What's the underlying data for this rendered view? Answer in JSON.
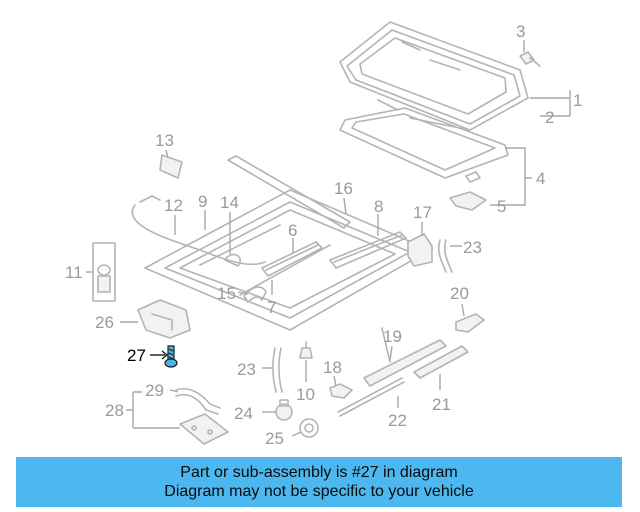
{
  "labels": {
    "l1": "1",
    "l2": "2",
    "l3": "3",
    "l4": "4",
    "l5": "5",
    "l6": "6",
    "l7": "7",
    "l8": "8",
    "l9": "9",
    "l10": "10",
    "l11": "11",
    "l12": "12",
    "l13": "13",
    "l14": "14",
    "l15": "15",
    "l16": "16",
    "l17": "17",
    "l18": "18",
    "l19": "19",
    "l20": "20",
    "l21": "21",
    "l22": "22",
    "l23a": "23",
    "l23b": "23",
    "l24": "24",
    "l25": "25",
    "l26": "26",
    "l27": "27",
    "l28": "28",
    "l29": "29"
  },
  "highlighted_part": "27",
  "colors": {
    "banner_bg": "#4db8ef",
    "part_line": "#b4b4b4",
    "highlight": "#49b5ea"
  },
  "banner": {
    "line1": "Part or sub-assembly is #27 in diagram",
    "line2": "Diagram may not be specific to your vehicle"
  }
}
